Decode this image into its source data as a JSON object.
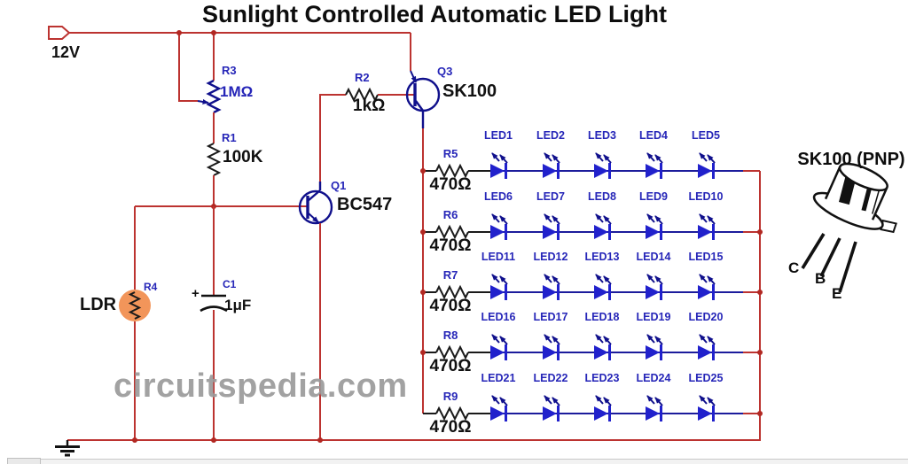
{
  "title": "Sunlight Controlled Automatic LED Light",
  "watermark": "circuitspedia.com",
  "power": {
    "label": "12V"
  },
  "components": {
    "r3": {
      "ref": "R3",
      "value": "1MΩ"
    },
    "r1": {
      "ref": "R1",
      "value": "100K"
    },
    "r2": {
      "ref": "R2",
      "value": "1kΩ"
    },
    "q1": {
      "ref": "Q1",
      "value": "BC547"
    },
    "q3": {
      "ref": "Q3",
      "value": "SK100"
    },
    "ldr": {
      "ref": "R4",
      "label": "LDR"
    },
    "c1": {
      "ref": "C1",
      "value": "1μF",
      "polarity": "+"
    }
  },
  "led_rows": [
    {
      "resistor_ref": "R5",
      "resistor_value": "470Ω",
      "leds": [
        "LED1",
        "LED2",
        "LED3",
        "LED4",
        "LED5"
      ]
    },
    {
      "resistor_ref": "R6",
      "resistor_value": "470Ω",
      "leds": [
        "LED6",
        "LED7",
        "LED8",
        "LED9",
        "LED10"
      ]
    },
    {
      "resistor_ref": "R7",
      "resistor_value": "470Ω",
      "leds": [
        "LED11",
        "LED12",
        "LED13",
        "LED14",
        "LED15"
      ]
    },
    {
      "resistor_ref": "R8",
      "resistor_value": "470Ω",
      "leds": [
        "LED16",
        "LED17",
        "LED18",
        "LED19",
        "LED20"
      ]
    },
    {
      "resistor_ref": "R9",
      "resistor_value": "470Ω",
      "leds": [
        "LED21",
        "LED22",
        "LED23",
        "LED24",
        "LED25"
      ]
    }
  ],
  "pinout": {
    "title": "SK100 (PNP)",
    "pins": [
      "C",
      "B",
      "E"
    ]
  },
  "colors": {
    "wire_red": "#bc3330",
    "component_navy": "#10108c",
    "led_blue": "#2121cc",
    "label_blue": "#2626b8",
    "text_black": "#111111",
    "ldr_orange": "#f2955a",
    "watermark_gray": "#9b9b9b"
  }
}
